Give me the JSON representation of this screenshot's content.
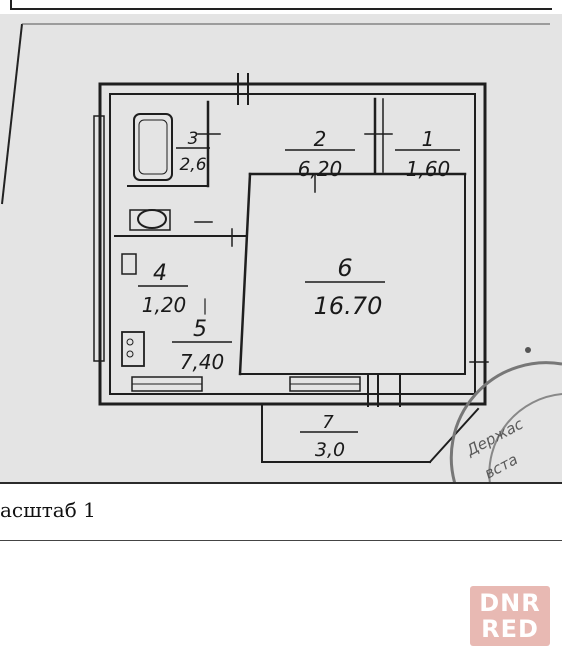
{
  "scale_caption": "асштаб 1",
  "watermark": {
    "line1": "DNR",
    "line2": "RED",
    "color": "#e8b9b3"
  },
  "rooms": [
    {
      "number": "1",
      "area": "1,60"
    },
    {
      "number": "2",
      "area": "6,20"
    },
    {
      "number": "3",
      "area": "2,6"
    },
    {
      "number": "4",
      "area": "1,20"
    },
    {
      "number": "5",
      "area": "7,40"
    },
    {
      "number": "6",
      "area": "16.70"
    },
    {
      "number": "7",
      "area": "3,0"
    }
  ],
  "stamp_text": "Держас вста"
}
